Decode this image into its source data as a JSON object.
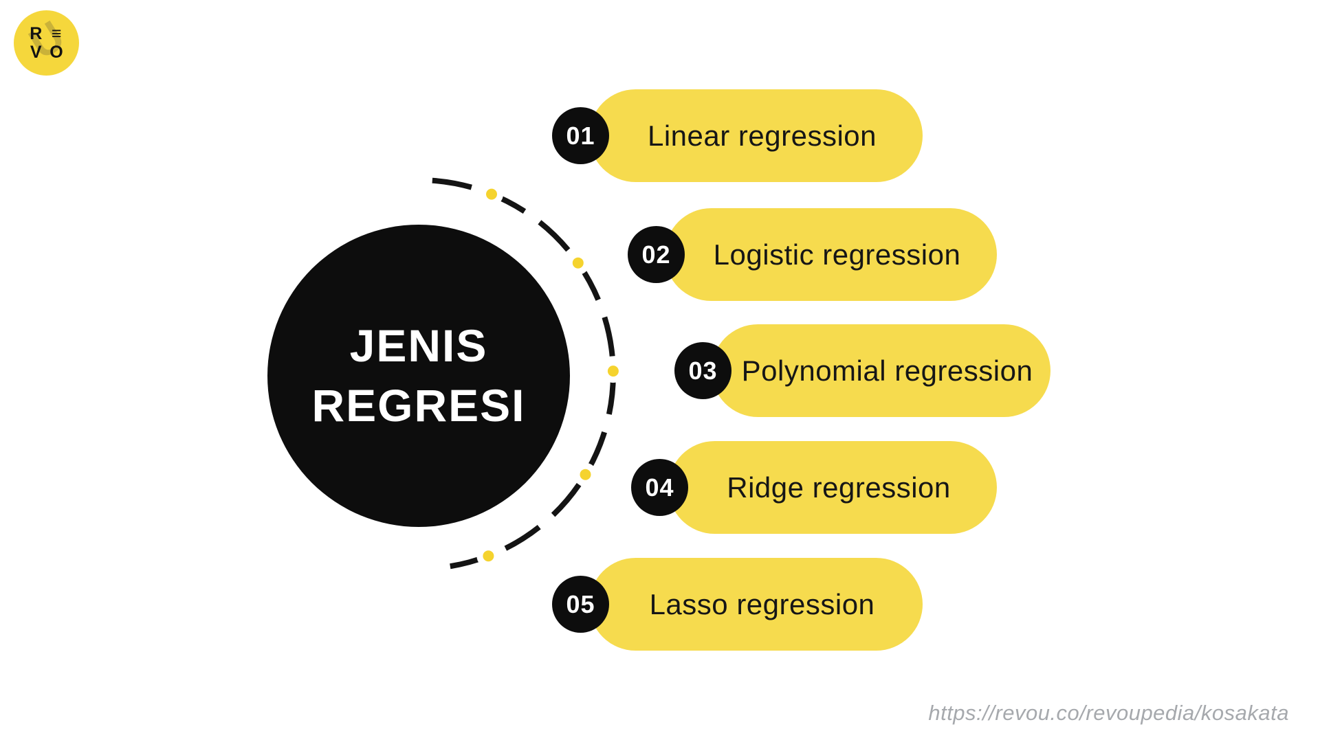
{
  "logo": {
    "watermark": "U",
    "row1": [
      "R",
      "≡"
    ],
    "row2": [
      "V",
      "O"
    ]
  },
  "title_circle": {
    "line1": "JENIS",
    "line2": "REGRESI"
  },
  "items": [
    {
      "number": "01",
      "label": "Linear regression"
    },
    {
      "number": "02",
      "label": "Logistic regression"
    },
    {
      "number": "03",
      "label": "Polynomial regression"
    },
    {
      "number": "04",
      "label": "Ridge regression"
    },
    {
      "number": "05",
      "label": "Lasso regression"
    }
  ],
  "footer": {
    "url": "https://revou.co/revoupedia/kosakata"
  },
  "colors": {
    "pill": "#F6DB4E",
    "badge": "#0D0D0D",
    "circle": "#0D0D0D",
    "dot": "#F5D32E",
    "arc": "#141414",
    "logo": "#F5D73C",
    "url": "#A6A9AD",
    "label": "#161616",
    "number": "#FFFFFF",
    "title": "#FFFFFF",
    "bg": "#FFFFFF"
  }
}
